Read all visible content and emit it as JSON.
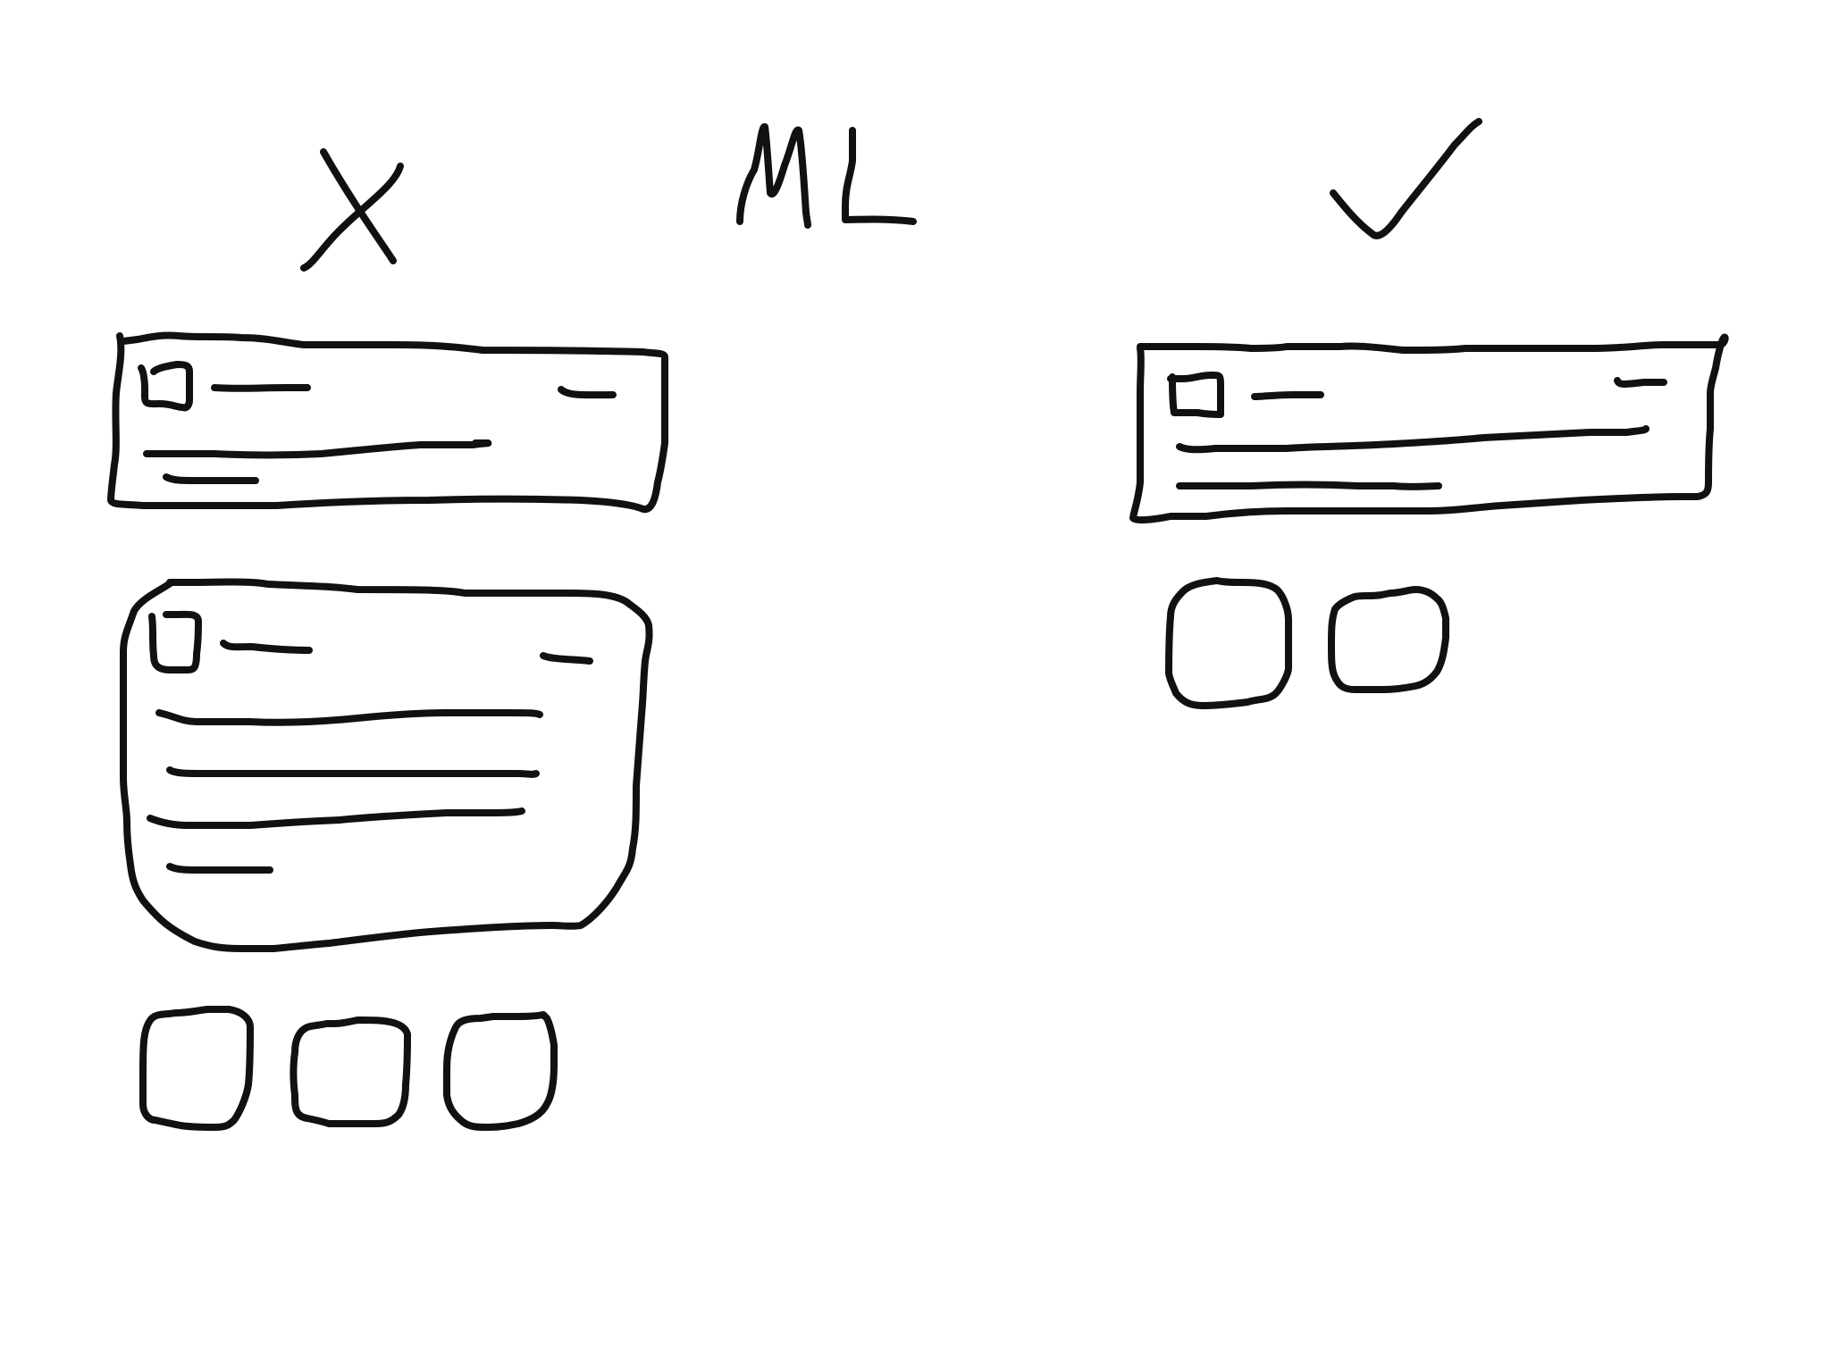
{
  "header": {
    "bad_mark": "X",
    "title": "ML",
    "good_mark": "✓"
  },
  "colors": {
    "ink": "#111111",
    "paper": "#ffffff"
  },
  "icons": {
    "bad_mark": "cross-mark-icon",
    "good_mark": "check-mark-icon",
    "avatar": "avatar-square-icon"
  },
  "columns": {
    "bad": {
      "verdict": "incorrect",
      "cards": 2,
      "small_tiles": 3
    },
    "good": {
      "verdict": "correct",
      "cards": 1,
      "small_tiles": 2
    }
  }
}
